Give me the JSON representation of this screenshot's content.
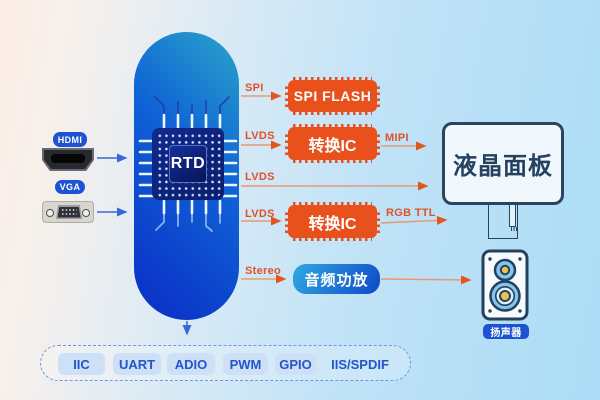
{
  "soc": {
    "label": "RTD"
  },
  "sources": {
    "hdmi": "HDMI",
    "vga": "VGA"
  },
  "bus_labels": {
    "spi": "SPI",
    "lvds_top": "LVDS",
    "lvds_mid": "LVDS",
    "lvds_bottom": "LVDS",
    "mipi": "MIPI",
    "rgb_ttl": "RGB TTL",
    "stereo": "Stereo"
  },
  "blocks": {
    "spi_flash": "SPI FLASH",
    "converter_top": "转换IC",
    "converter_bottom": "转换IC",
    "audio_amp": "音频功放",
    "lcd_panel": "液晶面板",
    "speaker_label": "扬声器"
  },
  "peripheral_bus": {
    "items": [
      "IIC",
      "UART",
      "ADIO",
      "PWM",
      "GPIO",
      "IIS/SPDIF"
    ]
  },
  "colors": {
    "ic_orange": "#e8501c",
    "bus_label_orange": "#e0512a",
    "arrow_blue": "#3a66d9",
    "deep_navy": "#2b4560",
    "pill_blue": "#1d53d2",
    "soc_gradient_top": "#2ba4c8",
    "soc_gradient_bottom": "#0a2cc6"
  }
}
